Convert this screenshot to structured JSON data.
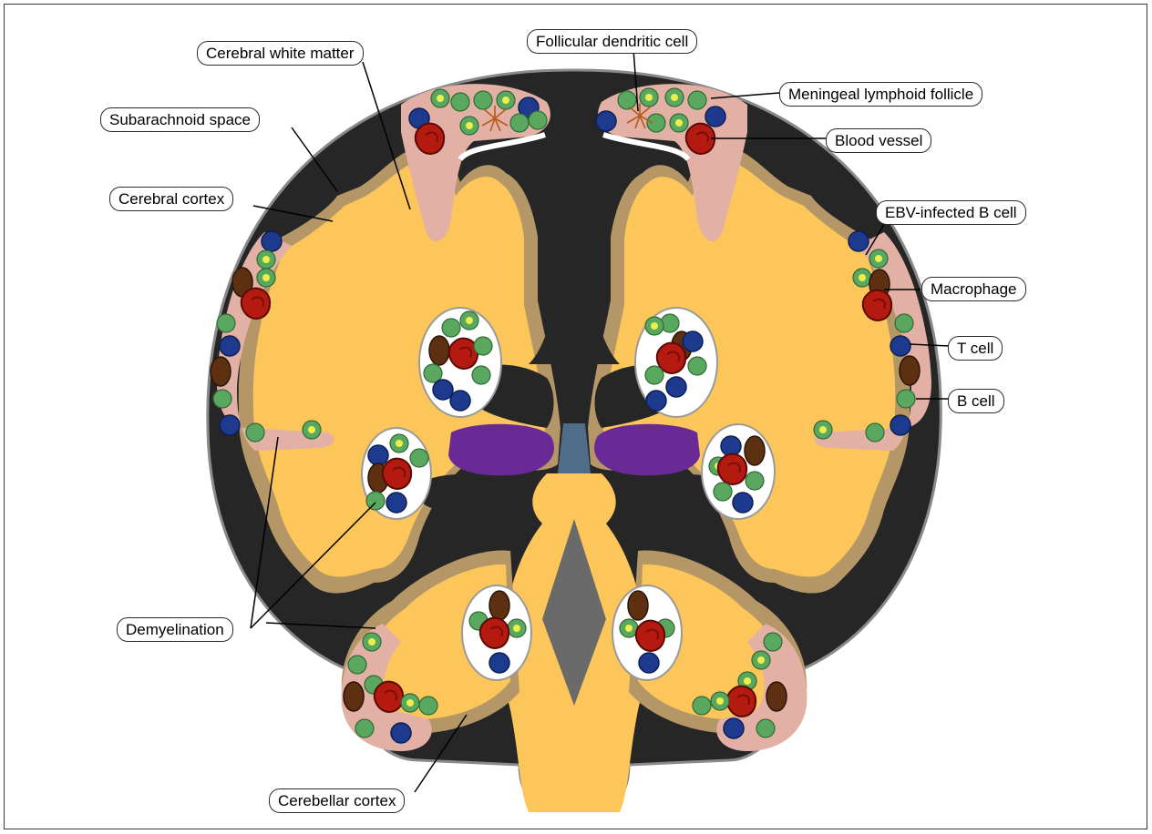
{
  "labels": {
    "cerebral_white_matter": "Cerebral white matter",
    "follicular_dendritic_cell": "Follicular dendritic cell",
    "meningeal_lymphoid_follicle": "Meningeal lymphoid follicle",
    "subarachnoid_space": "Subarachnoid space",
    "blood_vessel": "Blood vessel",
    "cerebral_cortex": "Cerebral cortex",
    "ebv_infected_b_cell": "EBV-infected B cell",
    "macrophage": "Macrophage",
    "t_cell": "T cell",
    "b_cell": "B cell",
    "demyelination": "Demyelination",
    "cerebellar_cortex": "Cerebellar cortex"
  },
  "colors": {
    "background": "#262626",
    "white_matter": "#fcc65a",
    "cortex": "#b59767",
    "meninges": "#e2b0a5",
    "t_cell": "#1d3a8e",
    "b_cell": "#5aa860",
    "ebv_core": "#ecee4a",
    "macrophage": "#5e3012",
    "blood_vessel": "#b51a10",
    "basal_ganglia": "#6a2a95",
    "ventricle_third": "#4f6c88",
    "fourth_ventricle": "#6a6a6a"
  }
}
